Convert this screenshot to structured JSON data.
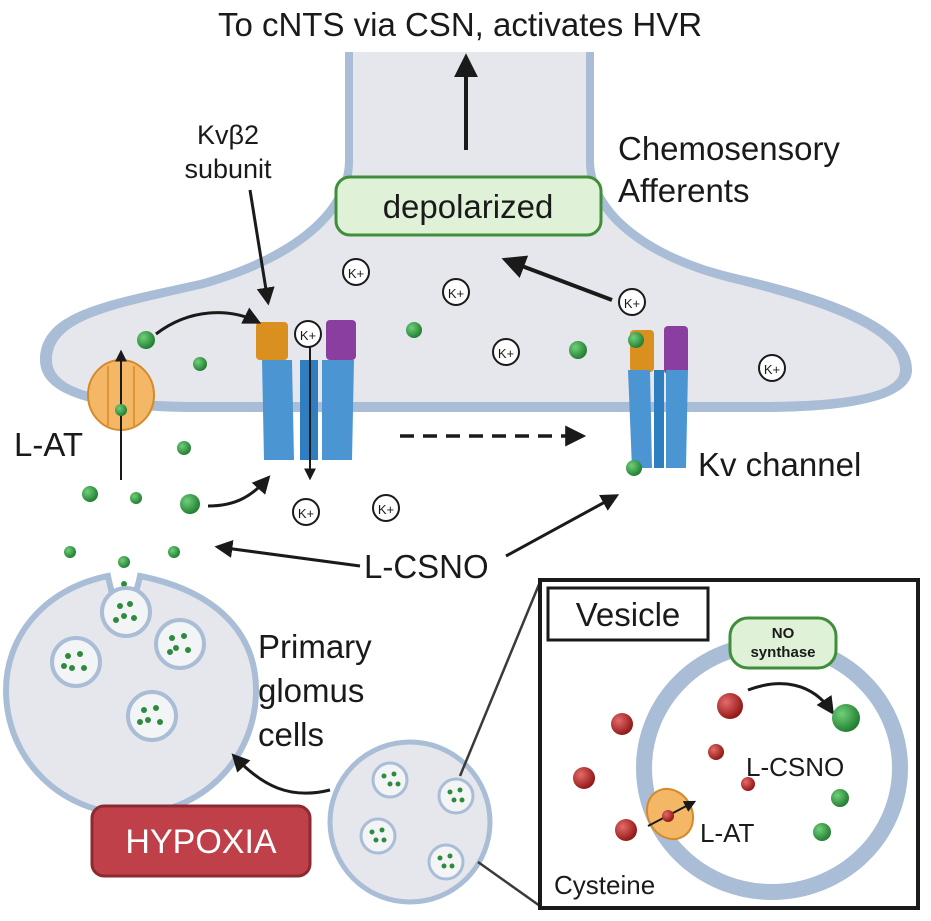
{
  "labels": {
    "top": "To cNTS via CSN, activates HVR",
    "kvb2_line1": "Kvβ2",
    "kvb2_line2": "subunit",
    "depolarized": "depolarized",
    "chemo_line1": "Chemosensory",
    "chemo_line2": "Afferents",
    "lat": "L-AT",
    "kv_channel": "Kv channel",
    "lcsno": "L-CSNO",
    "primary_line1": "Primary",
    "primary_line2": "glomus",
    "primary_line3": "cells",
    "hypoxia": "HYPOXIA",
    "vesicle": "Vesicle",
    "no_line1": "NO",
    "no_line2": "synthase",
    "vesicle_lcsno": "L-CSNO",
    "vesicle_lat": "L-AT",
    "cysteine": "Cysteine",
    "ion": "K+"
  },
  "colors": {
    "membrane": "#a9bdd6",
    "cell_fill": "#e6e7ec",
    "channel_blue": "#4b95d3",
    "kvb2_orange": "#d9901f",
    "kv_purple": "#8a3fa0",
    "green_molecule": "#2e8b3e",
    "red_molecule": "#b22222",
    "depolarized_fill": "#dff2d8",
    "depolarized_border": "#3e8e3a",
    "hypoxia_fill": "#c0404a",
    "transporter": "#f4b766"
  }
}
